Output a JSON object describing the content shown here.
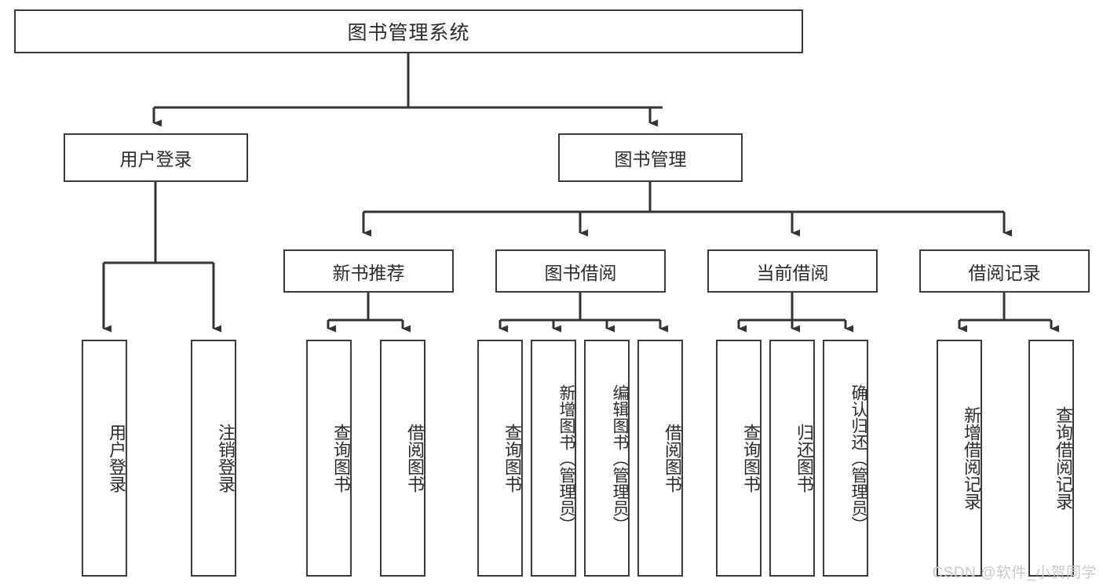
{
  "diagram": {
    "title": "图书管理系统",
    "watermark": "CSDN @软件_小贺同学",
    "colors": {
      "box_border": "#3a3a3a",
      "box_fill": "#ffffff",
      "line": "#333333",
      "text": "#2b2b2b",
      "watermark": "#c9c9c9"
    },
    "nodes": {
      "root": {
        "label": "图书管理系统"
      },
      "user_login": {
        "label": "用户登录"
      },
      "book_manage": {
        "label": "图书管理"
      },
      "new_book": {
        "label": "新书推荐"
      },
      "borrow": {
        "label": "图书借阅"
      },
      "current": {
        "label": "当前借阅"
      },
      "records": {
        "label": "借阅记录"
      },
      "leaf_user_login": {
        "label": "用户登录"
      },
      "leaf_user_logout": {
        "label": "注销登录"
      },
      "leaf_nb_query": {
        "label": "查询图书"
      },
      "leaf_nb_borrow": {
        "label": "借阅图书"
      },
      "leaf_bo_query": {
        "label": "查询图书"
      },
      "leaf_bo_add": {
        "label": "新增图书（管理员）"
      },
      "leaf_bo_edit": {
        "label": "编辑图书（管理员）"
      },
      "leaf_bo_borrow": {
        "label": "借阅图书"
      },
      "leaf_cu_query": {
        "label": "查询图书"
      },
      "leaf_cu_return": {
        "label": "归还图书"
      },
      "leaf_cu_confirm": {
        "label": "确认归还（管理员）"
      },
      "leaf_rec_add": {
        "label": "新增借阅记录"
      },
      "leaf_rec_query": {
        "label": "查询借阅记录"
      }
    },
    "edges": [
      {
        "from": "root",
        "to": [
          "user_login",
          "book_manage"
        ]
      },
      {
        "from": "user_login",
        "to": [
          "leaf_user_login",
          "leaf_user_logout"
        ]
      },
      {
        "from": "book_manage",
        "to": [
          "new_book",
          "borrow",
          "current",
          "records"
        ]
      },
      {
        "from": "new_book",
        "to": [
          "leaf_nb_query",
          "leaf_nb_borrow"
        ]
      },
      {
        "from": "borrow",
        "to": [
          "leaf_bo_query",
          "leaf_bo_add",
          "leaf_bo_edit",
          "leaf_bo_borrow"
        ]
      },
      {
        "from": "current",
        "to": [
          "leaf_cu_query",
          "leaf_cu_return",
          "leaf_cu_confirm"
        ]
      },
      {
        "from": "records",
        "to": [
          "leaf_rec_add",
          "leaf_rec_query"
        ]
      }
    ]
  }
}
